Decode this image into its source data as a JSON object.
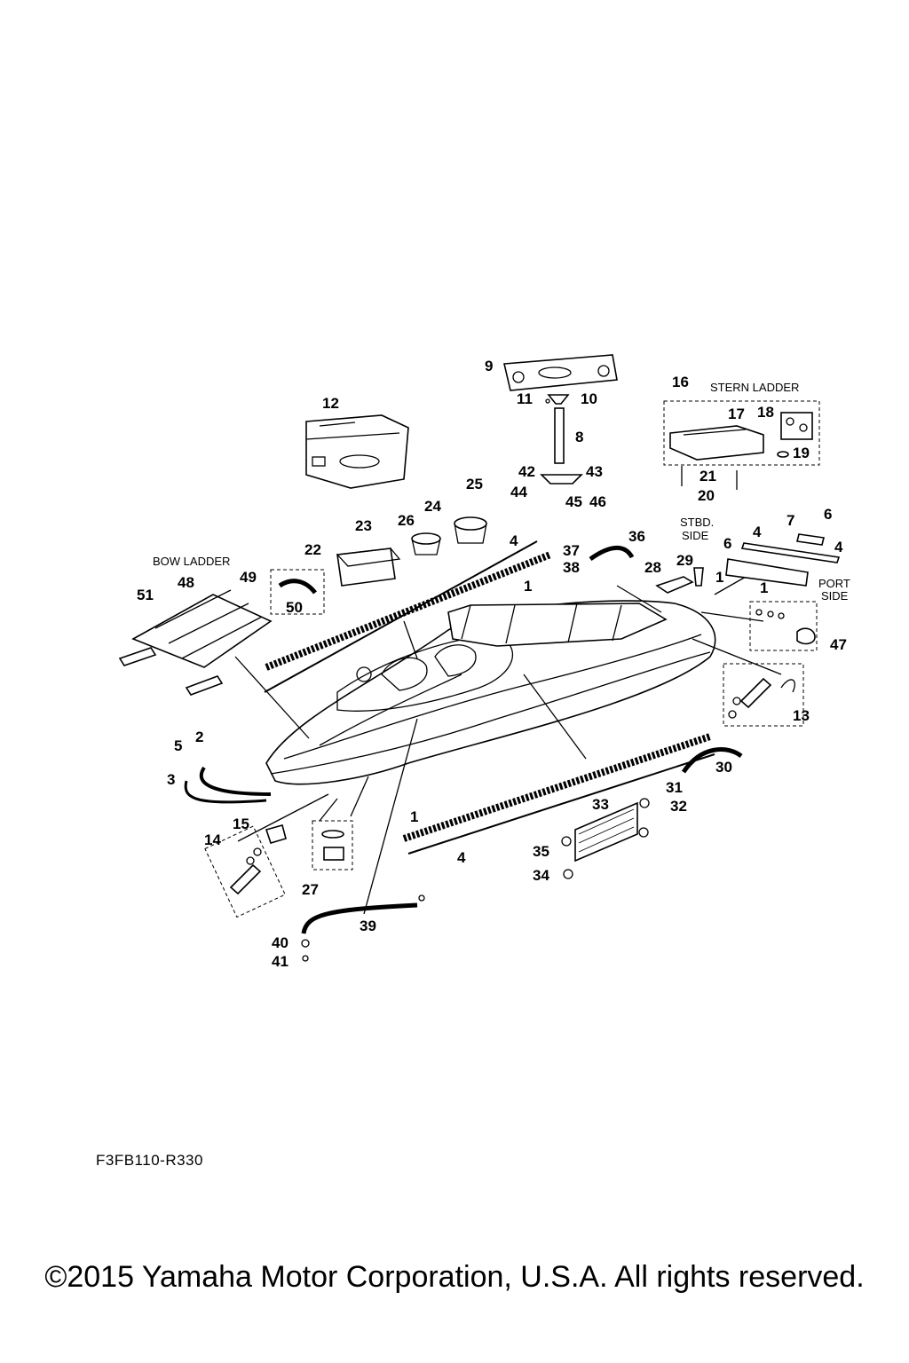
{
  "labels": {
    "n1": "1",
    "n2": "2",
    "n3": "3",
    "n4": "4",
    "n5": "5",
    "n6": "6",
    "n7": "7",
    "n8": "8",
    "n9": "9",
    "n10": "10",
    "n11": "11",
    "n12": "12",
    "n13": "13",
    "n14": "14",
    "n15": "15",
    "n16": "16",
    "n17": "17",
    "n18": "18",
    "n19": "19",
    "n20": "20",
    "n21": "21",
    "n22": "22",
    "n23": "23",
    "n24": "24",
    "n25": "25",
    "n26": "26",
    "n27": "27",
    "n28": "28",
    "n29": "29",
    "n30": "30",
    "n31": "31",
    "n32": "32",
    "n33": "33",
    "n34": "34",
    "n35": "35",
    "n36": "36",
    "n37": "37",
    "n38": "38",
    "n39": "39",
    "n40": "40",
    "n41": "41",
    "n42": "42",
    "n43": "43",
    "n44": "44",
    "n45": "45",
    "n46": "46",
    "n47": "47",
    "n48": "48",
    "n49": "49",
    "n50": "50",
    "n51": "51"
  },
  "captions": {
    "stern_ladder": "STERN LADDER",
    "bow_ladder": "BOW LADDER",
    "stbd_1": "STBD.",
    "stbd_2": "SIDE",
    "port_1": "PORT",
    "port_2": "SIDE"
  },
  "footer": {
    "diagram_code": "F3FB110-R330",
    "copyright": "©2015 Yamaha Motor Corporation, U.S.A. All rights reserved."
  }
}
